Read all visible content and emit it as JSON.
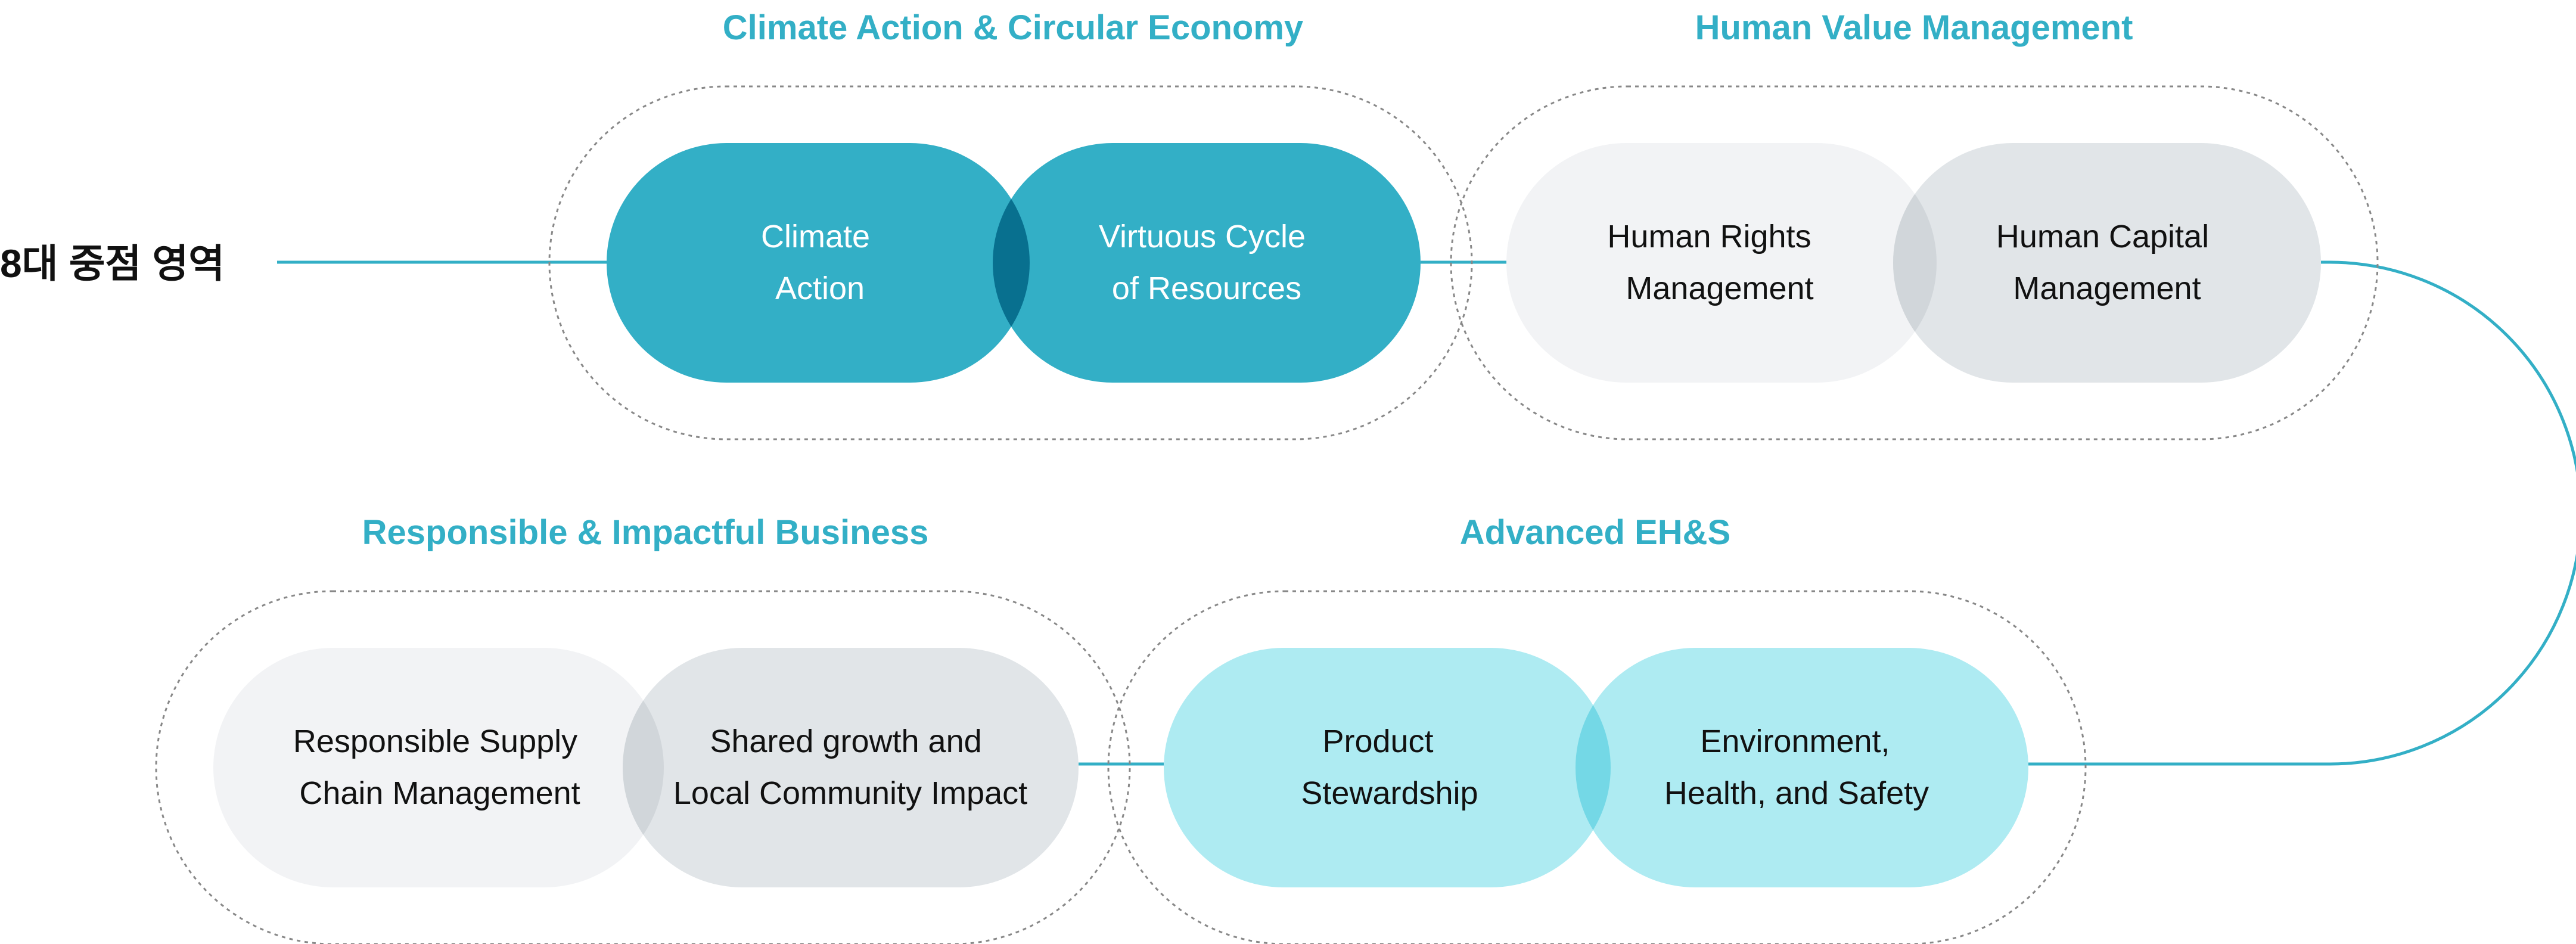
{
  "section_label": "8대 중점 영역",
  "colors": {
    "accent": "#33afc6",
    "title": "#33afc6",
    "teal_dark": "#33afc6",
    "teal_overlap": "#08708f",
    "teal_light": "#aeebf2",
    "teal_light_overlap": "#74d8e6",
    "gray_light": "#f2f3f5",
    "gray_mid": "#e1e5e8",
    "gray_overlap": "#d1d6da",
    "dashed": "#888888"
  },
  "groups": [
    {
      "id": "climate",
      "title": "Climate Action & Circular Economy",
      "nodes": [
        {
          "lines": [
            "Climate",
            "Action"
          ]
        },
        {
          "lines": [
            "Virtuous Cycle",
            "of Resources"
          ]
        }
      ]
    },
    {
      "id": "human",
      "title": "Human Value Management",
      "nodes": [
        {
          "lines": [
            "Human Rights",
            "Management"
          ]
        },
        {
          "lines": [
            "Human Capital",
            "Management"
          ]
        }
      ]
    },
    {
      "id": "responsible",
      "title": "Responsible & Impactful Business",
      "nodes": [
        {
          "lines": [
            "Responsible Supply",
            "Chain Management"
          ]
        },
        {
          "lines": [
            "Shared growth and",
            "Local Community Impact"
          ]
        }
      ]
    },
    {
      "id": "ehs",
      "title": "Advanced EH&S",
      "nodes": [
        {
          "lines": [
            "Product",
            "Stewardship"
          ]
        },
        {
          "lines": [
            "Environment,",
            "Health, and Safety"
          ]
        }
      ]
    }
  ]
}
